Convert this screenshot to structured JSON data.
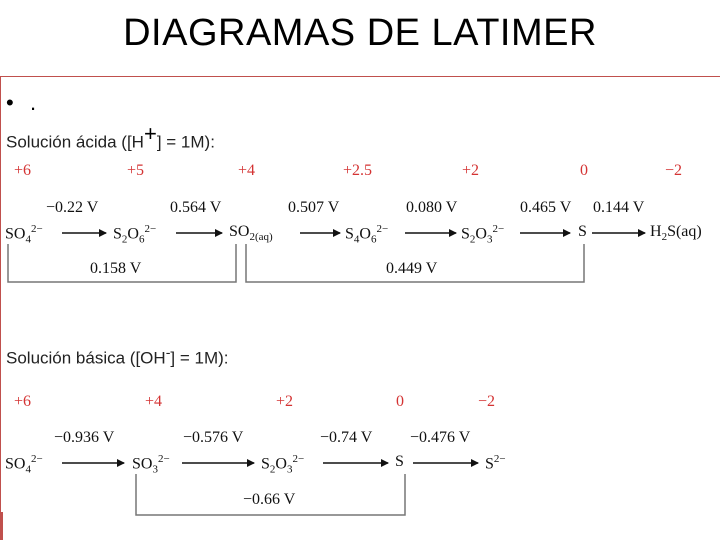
{
  "title": "DIAGRAMAS DE LATIMER",
  "bullet": "•",
  "bullet_text": ".",
  "acid": {
    "heading_pre": "Solución ácida ([H",
    "heading_sup": "+",
    "heading_post": "] = 1M):",
    "ox_states": [
      "+6",
      "+5",
      "+4",
      "+2.5",
      "+2",
      "0",
      "−2"
    ],
    "potentials": [
      "−0.22 V",
      "0.564 V",
      "0.507 V",
      "0.080 V",
      "0.465 V",
      "0.144 V"
    ],
    "bridges": [
      "0.158 V",
      "0.449 V"
    ]
  },
  "basic": {
    "heading_pre": "Solución básica ([OH",
    "heading_sup": "-",
    "heading_post": "] = 1M):",
    "ox_states": [
      "+6",
      "+4",
      "+2",
      "0",
      "−2"
    ],
    "potentials": [
      "−0.936 V",
      "−0.576 V",
      "−0.74 V",
      "−0.476 V"
    ],
    "bridges": [
      "−0.66 V"
    ]
  },
  "colors": {
    "ox_state": "#d43333",
    "frame": "#c0504d"
  }
}
